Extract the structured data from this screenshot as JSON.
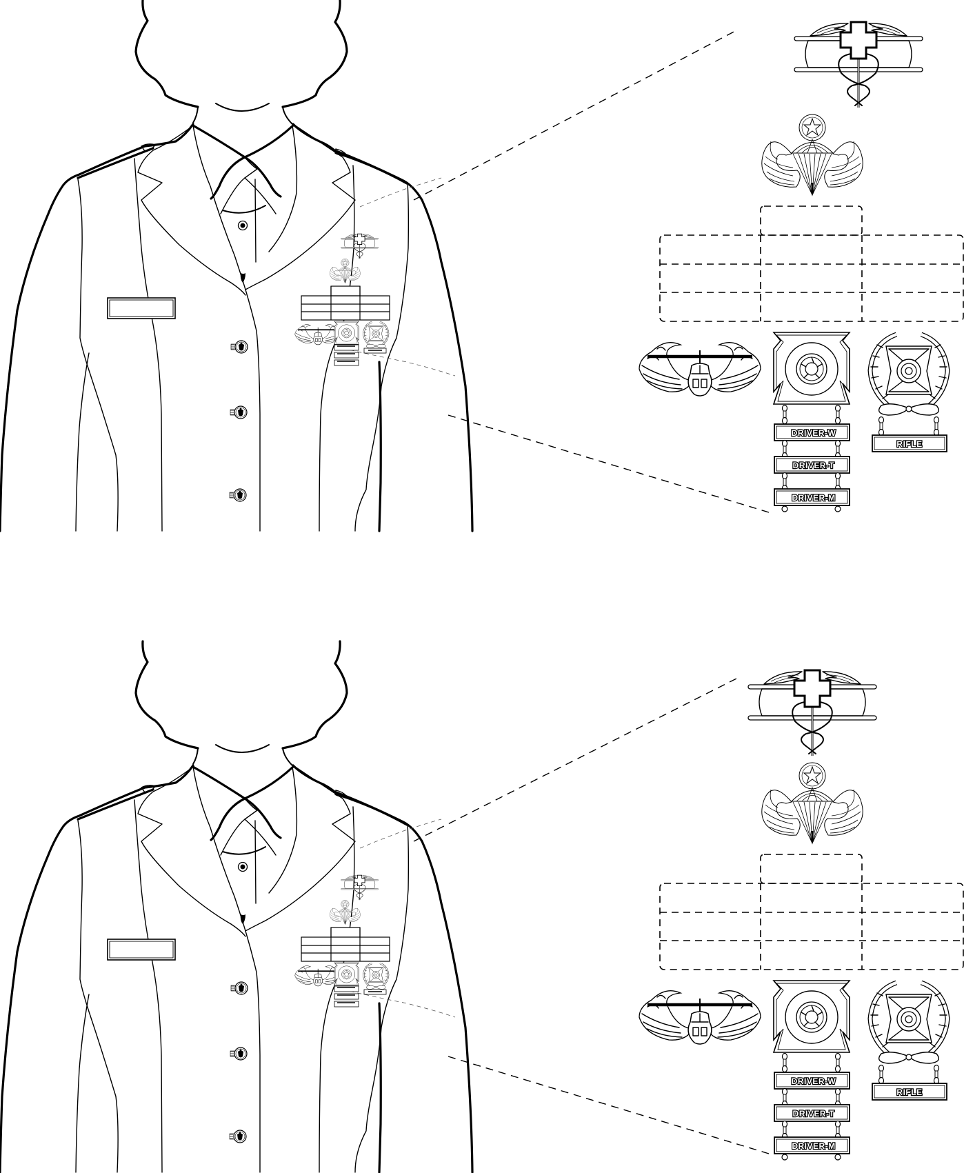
{
  "figures": [
    {
      "id": "figure-1",
      "badges": {
        "top": "Expert Field Medical Badge",
        "second": "Master Parachutist Badge",
        "ribbons": {
          "top_row_count": 1,
          "rows": 3,
          "columns": 3
        },
        "bottom_left": "Air Assault Badge",
        "bottom_center": {
          "name": "Driver and Mechanic Badge",
          "bars": [
            "DRIVER-W",
            "DRIVER-T",
            "DRIVER-M"
          ]
        },
        "bottom_right": {
          "name": "Expert Qualification Badge",
          "bars": [
            "RIFLE"
          ]
        }
      }
    },
    {
      "id": "figure-2",
      "badges": {
        "top": "Expert Field Medical Badge",
        "second": "Master Parachutist Badge",
        "ribbons": {
          "top_row_count": 1,
          "rows": 3,
          "columns": 3
        },
        "bottom_left": "Air Assault Badge",
        "bottom_center": {
          "name": "Driver and Mechanic Badge",
          "bars": [
            "DRIVER-W",
            "DRIVER-T",
            "DRIVER-M"
          ]
        },
        "bottom_right": {
          "name": "Expert Qualification Badge",
          "bars": [
            "RIFLE"
          ]
        }
      }
    }
  ],
  "labels": {
    "driver_w": "DRIVER-W",
    "driver_t": "DRIVER-T",
    "driver_m": "DRIVER-M",
    "rifle": "RIFLE"
  },
  "colors": {
    "line": "#000000",
    "background": "#ffffff"
  }
}
